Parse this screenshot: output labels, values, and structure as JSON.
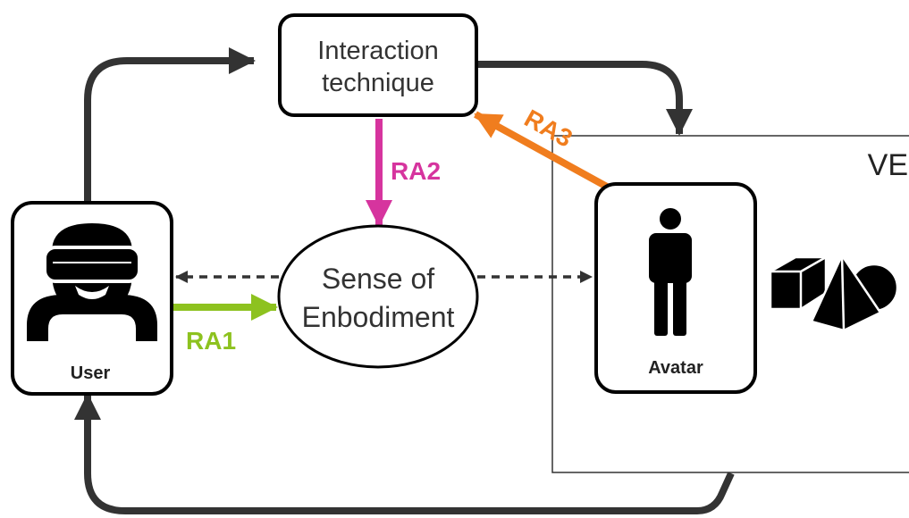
{
  "nodes": {
    "interaction_technique": {
      "line1": "Interaction",
      "line2": "technique"
    },
    "sense_of_embodiment": {
      "line1": "Sense of",
      "line2": "Enbodiment"
    },
    "user": {
      "label": "User"
    },
    "avatar": {
      "label": "Avatar"
    },
    "environment": {
      "label": "VE"
    }
  },
  "relations": {
    "ra1": {
      "label": "RA1",
      "color": "#8dc21f"
    },
    "ra2": {
      "label": "RA2",
      "color": "#d6349e"
    },
    "ra3": {
      "label": "RA3",
      "color": "#f07d1e"
    }
  },
  "icons": {
    "user": "vr-headset-user-icon",
    "avatar": "person-silhouette-icon",
    "objects": "geometric-shapes-icon"
  },
  "colors": {
    "flow": "#333333",
    "outline": "#000000"
  }
}
